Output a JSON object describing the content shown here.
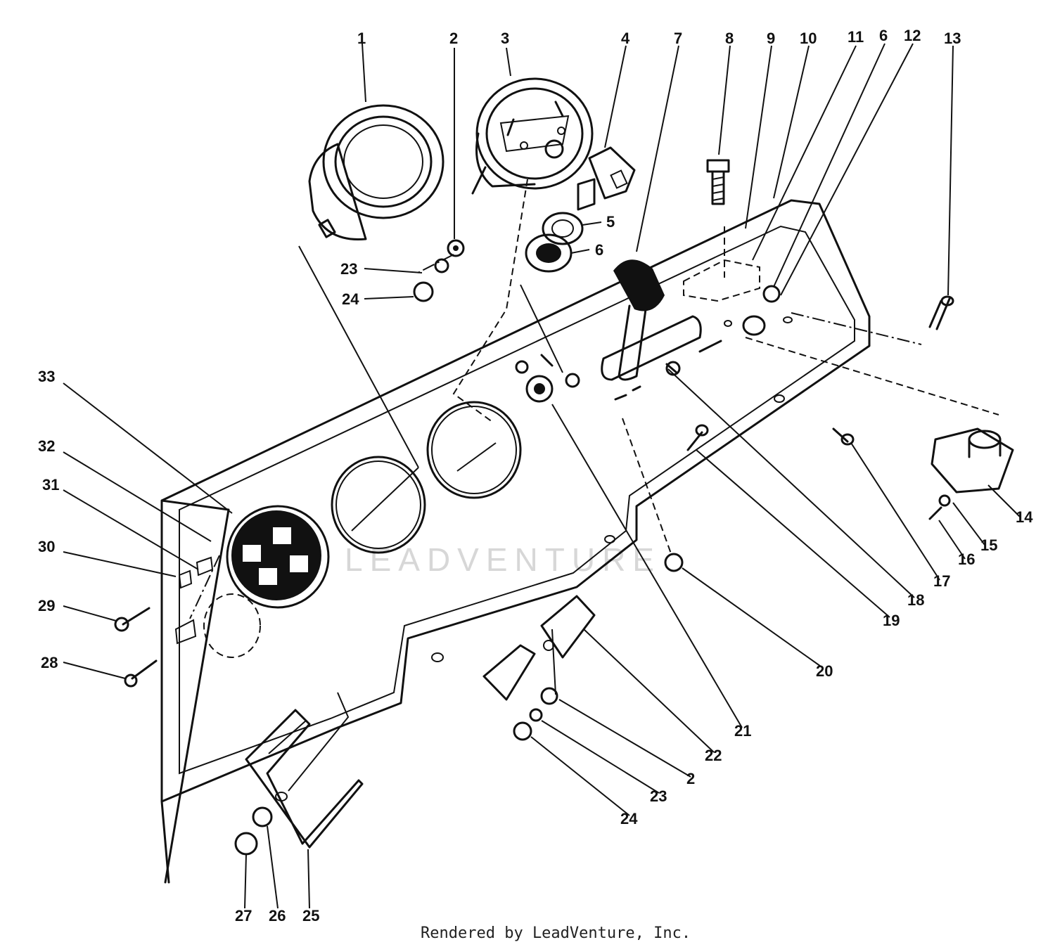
{
  "diagram": {
    "footer": "Rendered by LeadVenture, Inc.",
    "watermark": "LEADVENTURE",
    "callouts": [
      {
        "text": "1"
      },
      {
        "text": "2"
      },
      {
        "text": "3"
      },
      {
        "text": "4"
      },
      {
        "text": "7"
      },
      {
        "text": "8"
      },
      {
        "text": "9"
      },
      {
        "text": "10"
      },
      {
        "text": "11"
      },
      {
        "text": "6"
      },
      {
        "text": "12"
      },
      {
        "text": "13"
      },
      {
        "text": "5"
      },
      {
        "text": "6"
      },
      {
        "text": "23"
      },
      {
        "text": "24"
      },
      {
        "text": "33"
      },
      {
        "text": "32"
      },
      {
        "text": "31"
      },
      {
        "text": "30"
      },
      {
        "text": "29"
      },
      {
        "text": "28"
      },
      {
        "text": "14"
      },
      {
        "text": "15"
      },
      {
        "text": "16"
      },
      {
        "text": "17"
      },
      {
        "text": "18"
      },
      {
        "text": "19"
      },
      {
        "text": "20"
      },
      {
        "text": "21"
      },
      {
        "text": "22"
      },
      {
        "text": "2"
      },
      {
        "text": "23"
      },
      {
        "text": "24"
      },
      {
        "text": "25"
      },
      {
        "text": "26"
      },
      {
        "text": "27"
      }
    ]
  }
}
